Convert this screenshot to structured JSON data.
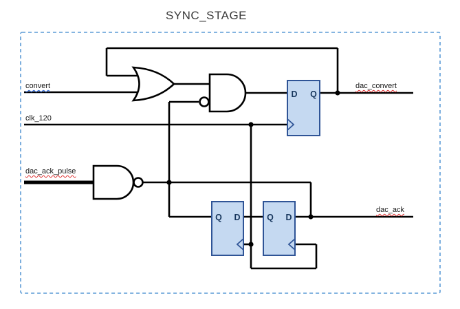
{
  "title": "SYNC_STAGE",
  "signals": {
    "convert": {
      "label": "convert",
      "squiggle": "blue"
    },
    "clk_120": {
      "label": "clk_120",
      "squiggle": "none"
    },
    "dac_ack_pulse": {
      "label": "dac_ack_pulse",
      "squiggle": "red"
    },
    "dac_convert": {
      "label": "dac_convert",
      "squiggle": "red"
    },
    "dac_ack": {
      "label": "dac_ack",
      "squiggle": "red"
    }
  },
  "flipflops": {
    "top": {
      "left_pin": "D",
      "right_pin": "Q"
    },
    "bottom_left": {
      "left_pin": "Q",
      "right_pin": "D"
    },
    "bottom_right": {
      "left_pin": "Q",
      "right_pin": "D"
    }
  },
  "gates": {
    "or_gate": "OR",
    "and_gate": "AND-with-inverted-input",
    "nand_gate": "AND-with-inverted-output"
  },
  "colors": {
    "wire": "#000000",
    "flipflop_fill": "#c5d9f1",
    "flipflop_stroke": "#2f5496",
    "pin_text": "#17365d",
    "border": "#5b9bd5",
    "squiggle_red": "#e03131",
    "squiggle_blue": "#2d6ae0",
    "title_text": "#3a3a3a"
  }
}
